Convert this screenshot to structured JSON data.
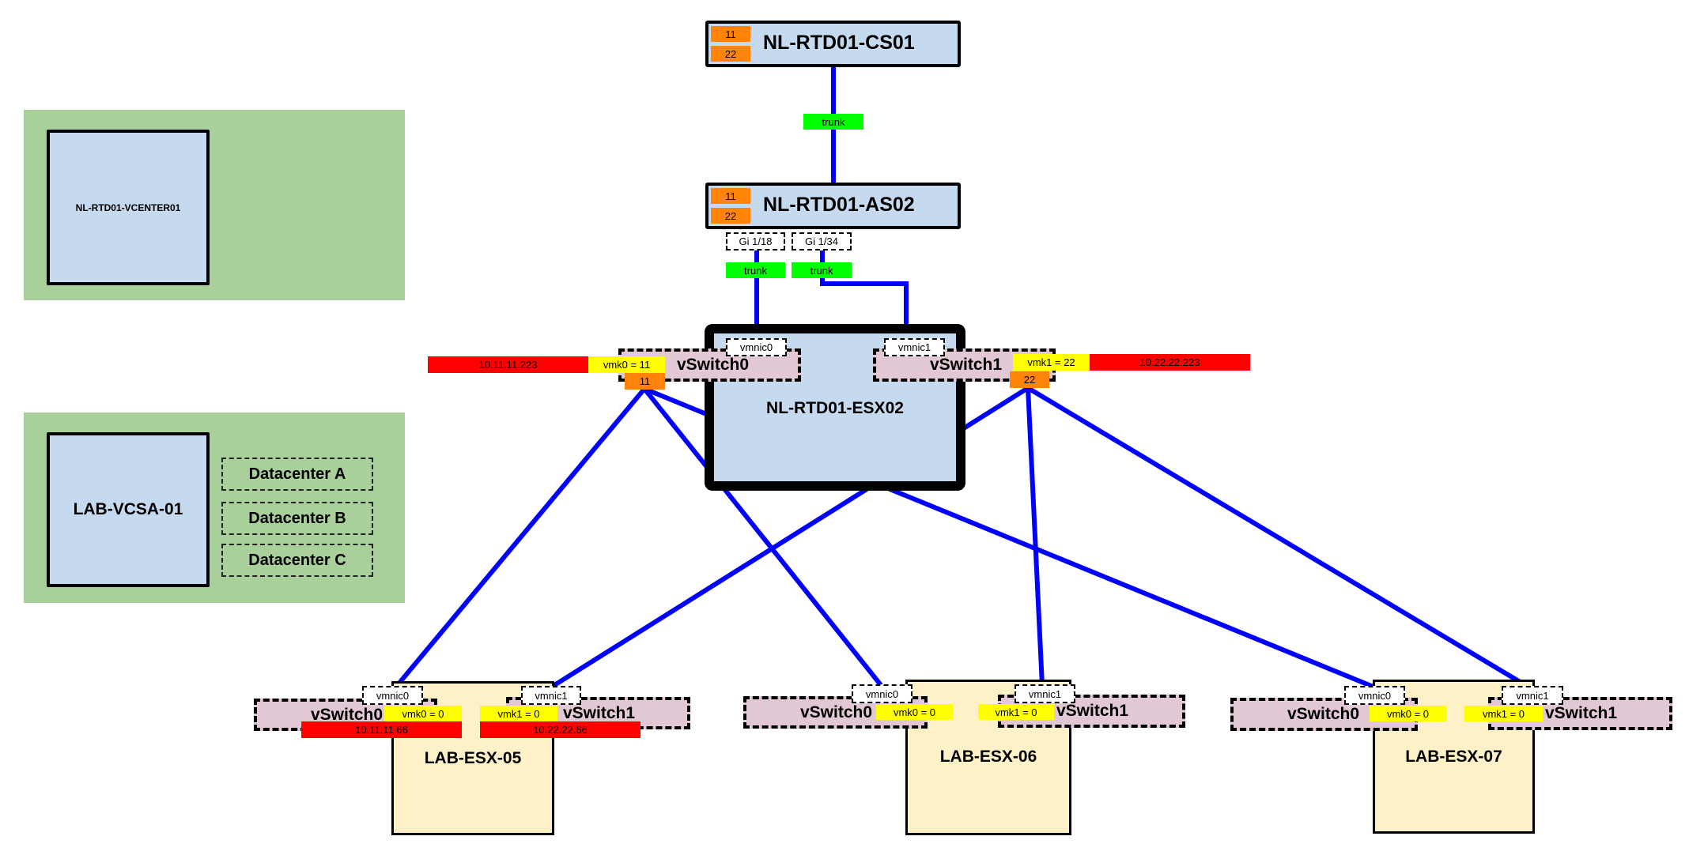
{
  "colors": {
    "link": "#0000ff",
    "panel": "#a9d09a",
    "device": "#c5d9ef",
    "host": "#fff1c7",
    "vswitch": "#e2c8d4",
    "vlan_badge": "#ff8409",
    "trunk": "#00ff00",
    "vmk": "#ffff00",
    "ip": "#ff0000"
  },
  "vcenters": [
    {
      "name": "NL-RTD01-VCENTER01",
      "datacenters": []
    },
    {
      "name": "LAB-VCSA-01",
      "datacenters": [
        "Datacenter A",
        "Datacenter B",
        "Datacenter C"
      ]
    }
  ],
  "core_switch": {
    "name": "NL-RTD01-CS01",
    "vlans": [
      "11",
      "22"
    ]
  },
  "uplink": {
    "label": "trunk"
  },
  "access_switch": {
    "name": "NL-RTD01-AS02",
    "vlans": [
      "11",
      "22"
    ],
    "ports": [
      {
        "name": "Gi 1/18",
        "mode": "trunk"
      },
      {
        "name": "Gi 1/34",
        "mode": "trunk"
      }
    ]
  },
  "esx02": {
    "name": "NL-RTD01-ESX02",
    "vswitches": [
      {
        "name": "vSwitch0",
        "vmnic": "vmnic0",
        "vmk": "vmk0 = 11",
        "vlan": "11",
        "ip": "10.11.11.223"
      },
      {
        "name": "vSwitch1",
        "vmnic": "vmnic1",
        "vmk": "vmk1 = 22",
        "vlan": "22",
        "ip": "10.22.22.223"
      }
    ]
  },
  "hosts": [
    {
      "name": "LAB-ESX-05",
      "vswitches": [
        {
          "name": "vSwitch0",
          "vmnic": "vmnic0",
          "vmk": "vmk0 = 0",
          "ip": "10.11.11.66"
        },
        {
          "name": "vSwitch1",
          "vmnic": "vmnic1",
          "vmk": "vmk1 = 0",
          "ip": "10.22.22.66"
        }
      ]
    },
    {
      "name": "LAB-ESX-06",
      "vswitches": [
        {
          "name": "vSwitch0",
          "vmnic": "vmnic0",
          "vmk": "vmk0 = 0"
        },
        {
          "name": "vSwitch1",
          "vmnic": "vmnic1",
          "vmk": "vmk1 = 0"
        }
      ]
    },
    {
      "name": "LAB-ESX-07",
      "vswitches": [
        {
          "name": "vSwitch0",
          "vmnic": "vmnic0",
          "vmk": "vmk0 = 0"
        },
        {
          "name": "vSwitch1",
          "vmnic": "vmnic1",
          "vmk": "vmk1 = 0"
        }
      ]
    }
  ]
}
